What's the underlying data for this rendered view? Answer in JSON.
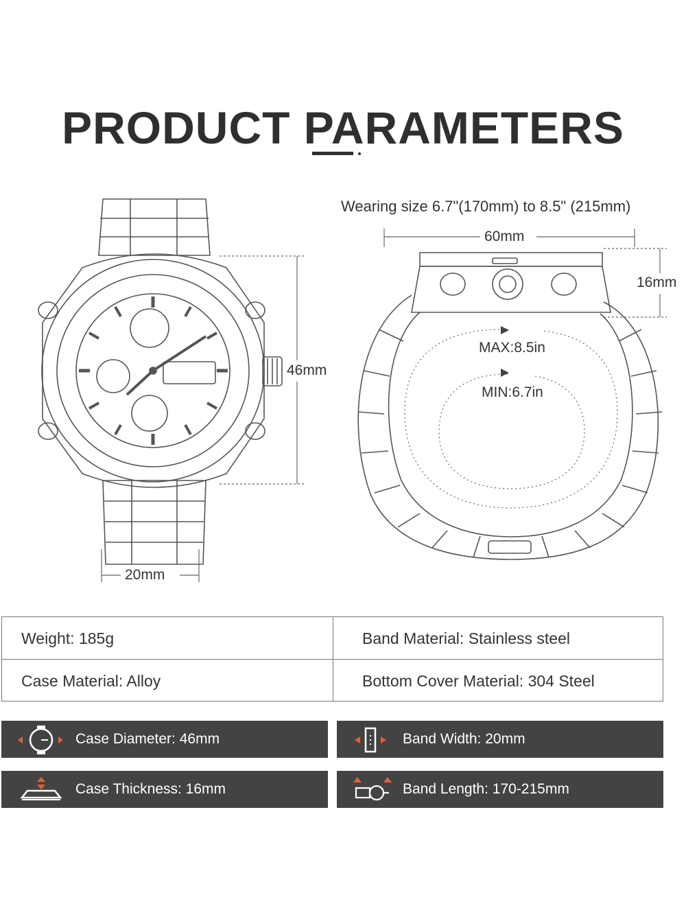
{
  "header": {
    "title": "PRODUCT PARAMETERS"
  },
  "diagram": {
    "wearing_size": "Wearing size 6.7\"(170mm) to 8.5\" (215mm)",
    "case_height_label": "46mm",
    "band_width_label": "20mm",
    "length_label": "60mm",
    "thickness_label": "16mm",
    "max_label": "MAX:8.5in",
    "min_label": "MIN:6.7in"
  },
  "specs": {
    "rows": [
      [
        "Weight: 185g",
        "Band Material: Stainless steel"
      ],
      [
        "Case Material: Alloy",
        "Bottom Cover Material: 304 Steel"
      ]
    ]
  },
  "tiles": [
    {
      "label": "Case Diameter: 46mm",
      "icon": "case-diameter-icon"
    },
    {
      "label": "Band Width: 20mm",
      "icon": "band-width-icon"
    },
    {
      "label": "Case Thickness: 16mm",
      "icon": "case-thickness-icon"
    },
    {
      "label": "Band Length: 170-215mm",
      "icon": "band-length-icon"
    }
  ],
  "colors": {
    "tile_bg": "#434343",
    "accent": "#e0603a",
    "text": "#333333"
  }
}
